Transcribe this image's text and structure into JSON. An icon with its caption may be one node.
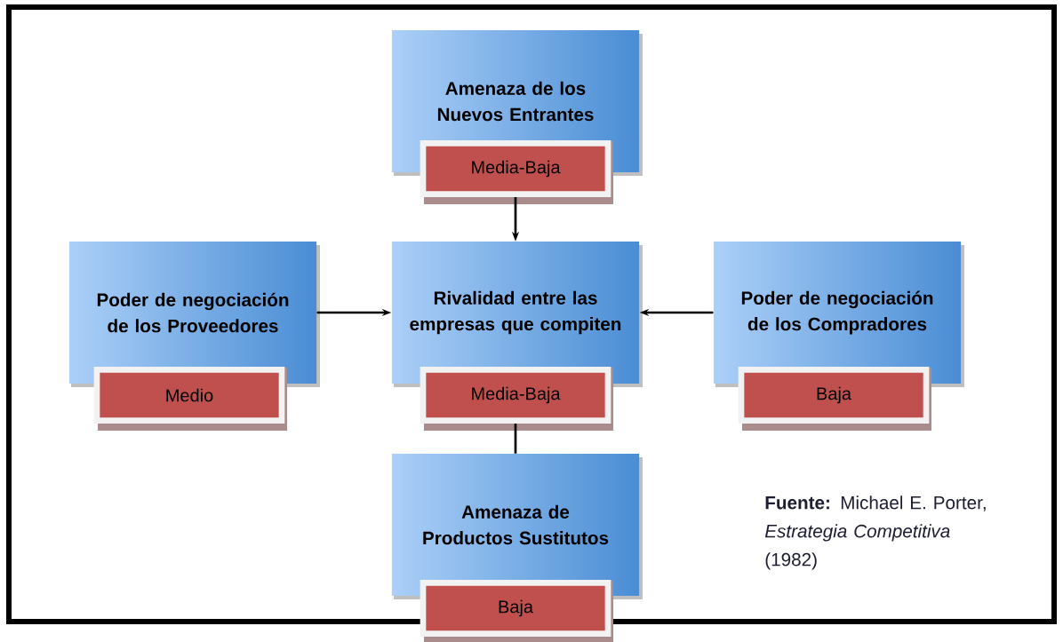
{
  "diagram": {
    "nodes": [
      {
        "text": [
          "Amenaza de los Nuevos Entrantes"
        ]
      },
      {
        "text": [
          "Media-Baja"
        ]
      },
      {
        "text": [
          "Poder de negociación de los Proveedores"
        ]
      },
      {
        "text": [
          "Medio"
        ]
      },
      {
        "text": [
          "Rivalidad entre las empresas que compiten"
        ]
      },
      {
        "text": [
          "Media-Baja"
        ]
      },
      {
        "text": [
          "Poder de negociación de los Compradores"
        ]
      },
      {
        "text": [
          "Baja"
        ]
      },
      {
        "text": [
          "Amenaza de Productos Sustitutos"
        ]
      },
      {
        "text": [
          "Baja"
        ]
      }
    ],
    "edges": [
      {
        "from": 1,
        "to": 4,
        "arrow": "to"
      },
      {
        "from": 2,
        "to": 4,
        "arrow": "to"
      },
      {
        "from": 6,
        "to": 4,
        "arrow": "to"
      },
      {
        "from": 5,
        "to": 8,
        "arrow": "none"
      }
    ],
    "labels": [
      "**Fuente:** Michael E. Porter, *Estrategia Competitiva* (1982)"
    ]
  }
}
